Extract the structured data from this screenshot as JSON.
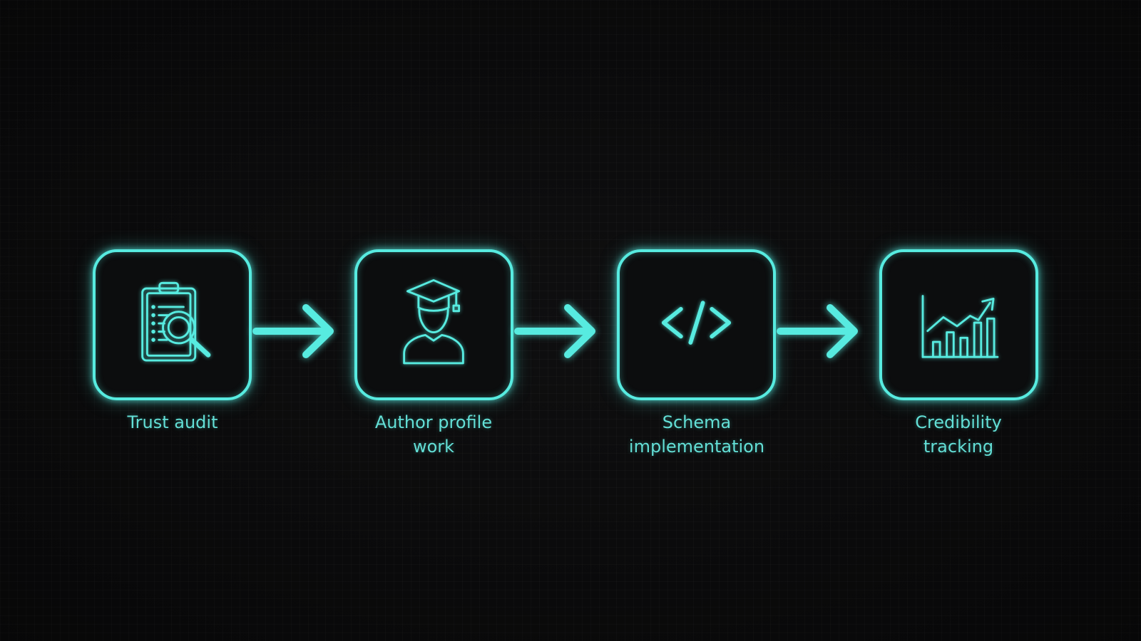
{
  "diagram": {
    "steps": [
      {
        "label_lines": [
          "Trust audit"
        ],
        "icon": "clipboard-magnifier-icon"
      },
      {
        "label_lines": [
          "Author profile",
          "work"
        ],
        "icon": "graduate-person-icon"
      },
      {
        "label_lines": [
          "Schema",
          "implementation"
        ],
        "icon": "code-tag-icon"
      },
      {
        "label_lines": [
          "Credibility",
          "tracking"
        ],
        "icon": "growth-chart-icon"
      }
    ],
    "connector_icon": "arrow-right-icon",
    "colors": {
      "background": "#0b0b0c",
      "accent": "#57ebe0",
      "label": "#63dfd6"
    }
  }
}
